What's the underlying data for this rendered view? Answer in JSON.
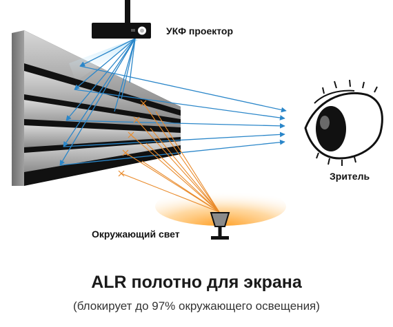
{
  "labels": {
    "projector": "УКФ проектор",
    "viewer": "Зритель",
    "ambient": "Окружающий свет"
  },
  "title": "ALR полотно для экрана",
  "subtitle": "(блокирует до 97% окружающего освещения)",
  "colors": {
    "projected_light": "#2a86c9",
    "ambient_light": "#e98a2a",
    "screen_dark": "#111111",
    "screen_face": "#9a9a9a"
  },
  "icons": {
    "projector": "projector-icon",
    "eye": "eye-icon",
    "lamp": "lamp-icon"
  }
}
